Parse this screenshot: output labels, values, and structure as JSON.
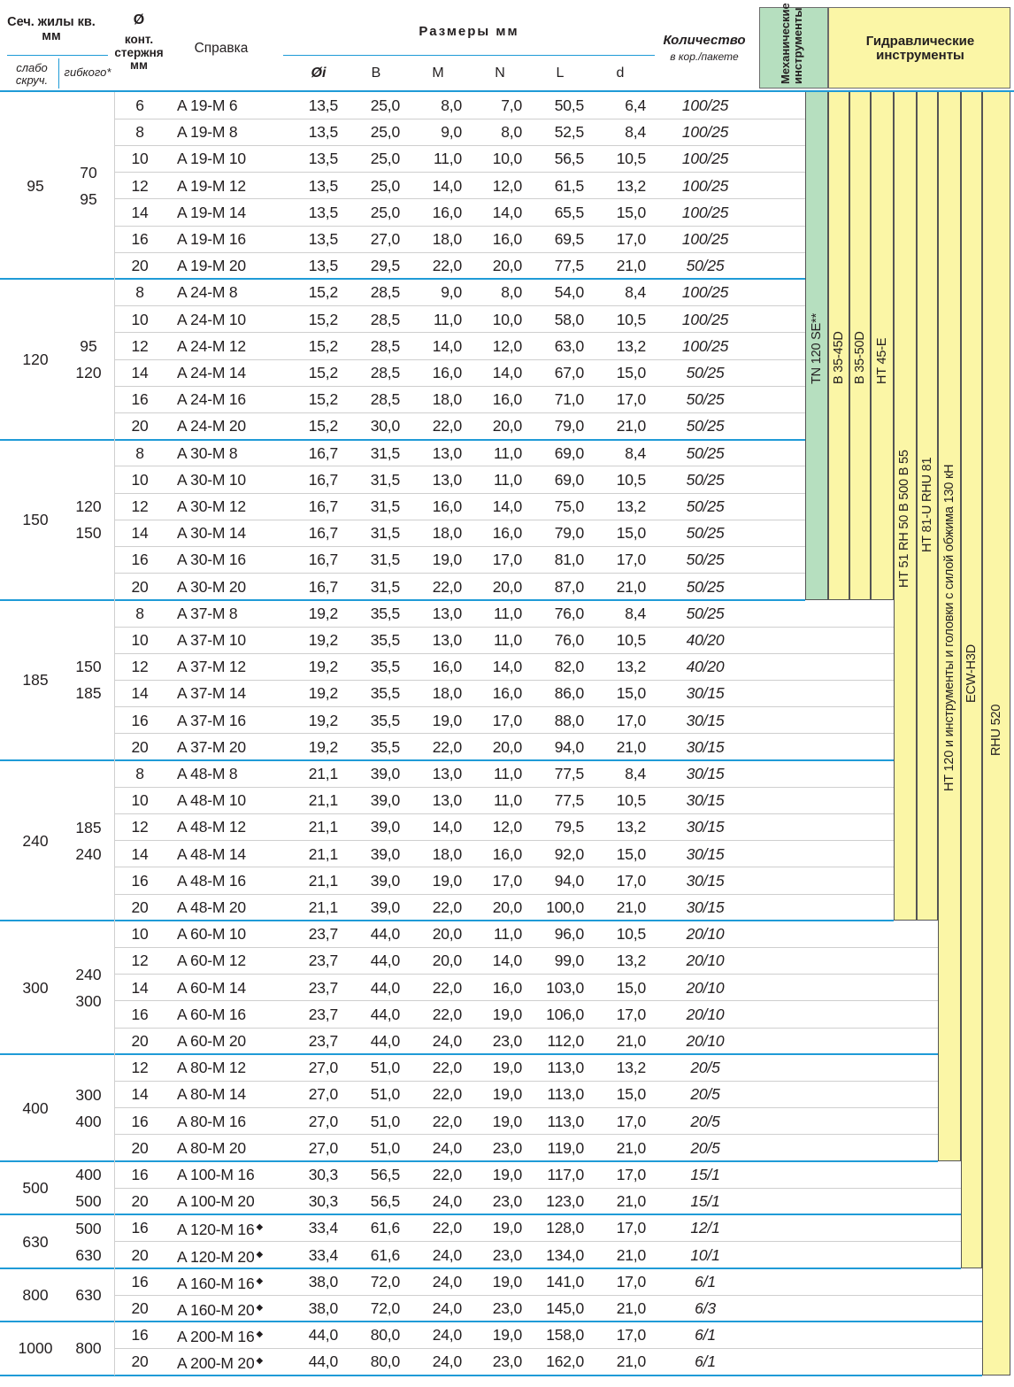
{
  "header": {
    "section_title": "Сеч. жилы кв. мм",
    "sub_weak": "слабо скруч.",
    "sub_flex": "гибкого*",
    "rod_symbol": "Ø",
    "rod_label": "конт. стержня мм",
    "ref_label": "Справка",
    "dims_label": "Размеры мм",
    "dim_cols": [
      "Øi",
      "B",
      "M",
      "N",
      "L",
      "d"
    ],
    "qty_label": "Количество",
    "qty_sub": "в кор./пакете",
    "mech_label": "Механические инструменты",
    "hydr_label": "Гидравлические инструменты"
  },
  "groups": [
    {
      "section": "95",
      "flex": [
        "70",
        "95"
      ],
      "rows": [
        {
          "rod": "6",
          "ref": "A 19-M 6",
          "di": "13,5",
          "b": "25,0",
          "m": "8,0",
          "n": "7,0",
          "l": "50,5",
          "d": "6,4",
          "qty": "100/25"
        },
        {
          "rod": "8",
          "ref": "A 19-M 8",
          "di": "13,5",
          "b": "25,0",
          "m": "9,0",
          "n": "8,0",
          "l": "52,5",
          "d": "8,4",
          "qty": "100/25"
        },
        {
          "rod": "10",
          "ref": "A 19-M 10",
          "di": "13,5",
          "b": "25,0",
          "m": "11,0",
          "n": "10,0",
          "l": "56,5",
          "d": "10,5",
          "qty": "100/25"
        },
        {
          "rod": "12",
          "ref": "A 19-M 12",
          "di": "13,5",
          "b": "25,0",
          "m": "14,0",
          "n": "12,0",
          "l": "61,5",
          "d": "13,2",
          "qty": "100/25"
        },
        {
          "rod": "14",
          "ref": "A 19-M 14",
          "di": "13,5",
          "b": "25,0",
          "m": "16,0",
          "n": "14,0",
          "l": "65,5",
          "d": "15,0",
          "qty": "100/25"
        },
        {
          "rod": "16",
          "ref": "A 19-M 16",
          "di": "13,5",
          "b": "27,0",
          "m": "18,0",
          "n": "16,0",
          "l": "69,5",
          "d": "17,0",
          "qty": "100/25"
        },
        {
          "rod": "20",
          "ref": "A 19-M 20",
          "di": "13,5",
          "b": "29,5",
          "m": "22,0",
          "n": "20,0",
          "l": "77,5",
          "d": "21,0",
          "qty": "50/25"
        }
      ]
    },
    {
      "section": "120",
      "flex": [
        "95",
        "120"
      ],
      "rows": [
        {
          "rod": "8",
          "ref": "A 24-M 8",
          "di": "15,2",
          "b": "28,5",
          "m": "9,0",
          "n": "8,0",
          "l": "54,0",
          "d": "8,4",
          "qty": "100/25"
        },
        {
          "rod": "10",
          "ref": "A 24-M 10",
          "di": "15,2",
          "b": "28,5",
          "m": "11,0",
          "n": "10,0",
          "l": "58,0",
          "d": "10,5",
          "qty": "100/25"
        },
        {
          "rod": "12",
          "ref": "A 24-M 12",
          "di": "15,2",
          "b": "28,5",
          "m": "14,0",
          "n": "12,0",
          "l": "63,0",
          "d": "13,2",
          "qty": "100/25"
        },
        {
          "rod": "14",
          "ref": "A 24-M 14",
          "di": "15,2",
          "b": "28,5",
          "m": "16,0",
          "n": "14,0",
          "l": "67,0",
          "d": "15,0",
          "qty": "50/25"
        },
        {
          "rod": "16",
          "ref": "A 24-M 16",
          "di": "15,2",
          "b": "28,5",
          "m": "18,0",
          "n": "16,0",
          "l": "71,0",
          "d": "17,0",
          "qty": "50/25"
        },
        {
          "rod": "20",
          "ref": "A 24-M 20",
          "di": "15,2",
          "b": "30,0",
          "m": "22,0",
          "n": "20,0",
          "l": "79,0",
          "d": "21,0",
          "qty": "50/25"
        }
      ]
    },
    {
      "section": "150",
      "flex": [
        "120",
        "150"
      ],
      "rows": [
        {
          "rod": "8",
          "ref": "A 30-M 8",
          "di": "16,7",
          "b": "31,5",
          "m": "13,0",
          "n": "11,0",
          "l": "69,0",
          "d": "8,4",
          "qty": "50/25"
        },
        {
          "rod": "10",
          "ref": "A 30-M 10",
          "di": "16,7",
          "b": "31,5",
          "m": "13,0",
          "n": "11,0",
          "l": "69,0",
          "d": "10,5",
          "qty": "50/25"
        },
        {
          "rod": "12",
          "ref": "A 30-M 12",
          "di": "16,7",
          "b": "31,5",
          "m": "16,0",
          "n": "14,0",
          "l": "75,0",
          "d": "13,2",
          "qty": "50/25"
        },
        {
          "rod": "14",
          "ref": "A 30-M 14",
          "di": "16,7",
          "b": "31,5",
          "m": "18,0",
          "n": "16,0",
          "l": "79,0",
          "d": "15,0",
          "qty": "50/25"
        },
        {
          "rod": "16",
          "ref": "A 30-M 16",
          "di": "16,7",
          "b": "31,5",
          "m": "19,0",
          "n": "17,0",
          "l": "81,0",
          "d": "17,0",
          "qty": "50/25"
        },
        {
          "rod": "20",
          "ref": "A 30-M 20",
          "di": "16,7",
          "b": "31,5",
          "m": "22,0",
          "n": "20,0",
          "l": "87,0",
          "d": "21,0",
          "qty": "50/25"
        }
      ]
    },
    {
      "section": "185",
      "flex": [
        "150",
        "185"
      ],
      "rows": [
        {
          "rod": "8",
          "ref": "A 37-M 8",
          "di": "19,2",
          "b": "35,5",
          "m": "13,0",
          "n": "11,0",
          "l": "76,0",
          "d": "8,4",
          "qty": "50/25"
        },
        {
          "rod": "10",
          "ref": "A 37-M 10",
          "di": "19,2",
          "b": "35,5",
          "m": "13,0",
          "n": "11,0",
          "l": "76,0",
          "d": "10,5",
          "qty": "40/20"
        },
        {
          "rod": "12",
          "ref": "A 37-M 12",
          "di": "19,2",
          "b": "35,5",
          "m": "16,0",
          "n": "14,0",
          "l": "82,0",
          "d": "13,2",
          "qty": "40/20"
        },
        {
          "rod": "14",
          "ref": "A 37-M 14",
          "di": "19,2",
          "b": "35,5",
          "m": "18,0",
          "n": "16,0",
          "l": "86,0",
          "d": "15,0",
          "qty": "30/15"
        },
        {
          "rod": "16",
          "ref": "A 37-M 16",
          "di": "19,2",
          "b": "35,5",
          "m": "19,0",
          "n": "17,0",
          "l": "88,0",
          "d": "17,0",
          "qty": "30/15"
        },
        {
          "rod": "20",
          "ref": "A 37-M 20",
          "di": "19,2",
          "b": "35,5",
          "m": "22,0",
          "n": "20,0",
          "l": "94,0",
          "d": "21,0",
          "qty": "30/15"
        }
      ]
    },
    {
      "section": "240",
      "flex": [
        "185",
        "240"
      ],
      "rows": [
        {
          "rod": "8",
          "ref": "A 48-M 8",
          "di": "21,1",
          "b": "39,0",
          "m": "13,0",
          "n": "11,0",
          "l": "77,5",
          "d": "8,4",
          "qty": "30/15"
        },
        {
          "rod": "10",
          "ref": "A 48-M 10",
          "di": "21,1",
          "b": "39,0",
          "m": "13,0",
          "n": "11,0",
          "l": "77,5",
          "d": "10,5",
          "qty": "30/15"
        },
        {
          "rod": "12",
          "ref": "A 48-M 12",
          "di": "21,1",
          "b": "39,0",
          "m": "14,0",
          "n": "12,0",
          "l": "79,5",
          "d": "13,2",
          "qty": "30/15"
        },
        {
          "rod": "14",
          "ref": "A 48-M 14",
          "di": "21,1",
          "b": "39,0",
          "m": "18,0",
          "n": "16,0",
          "l": "92,0",
          "d": "15,0",
          "qty": "30/15"
        },
        {
          "rod": "16",
          "ref": "A 48-M 16",
          "di": "21,1",
          "b": "39,0",
          "m": "19,0",
          "n": "17,0",
          "l": "94,0",
          "d": "17,0",
          "qty": "30/15"
        },
        {
          "rod": "20",
          "ref": "A 48-M 20",
          "di": "21,1",
          "b": "39,0",
          "m": "22,0",
          "n": "20,0",
          "l": "100,0",
          "d": "21,0",
          "qty": "30/15"
        }
      ]
    },
    {
      "section": "300",
      "flex": [
        "240",
        "300"
      ],
      "rows": [
        {
          "rod": "10",
          "ref": "A 60-M 10",
          "di": "23,7",
          "b": "44,0",
          "m": "20,0",
          "n": "11,0",
          "l": "96,0",
          "d": "10,5",
          "qty": "20/10"
        },
        {
          "rod": "12",
          "ref": "A 60-M 12",
          "di": "23,7",
          "b": "44,0",
          "m": "20,0",
          "n": "14,0",
          "l": "99,0",
          "d": "13,2",
          "qty": "20/10"
        },
        {
          "rod": "14",
          "ref": "A 60-M 14",
          "di": "23,7",
          "b": "44,0",
          "m": "22,0",
          "n": "16,0",
          "l": "103,0",
          "d": "15,0",
          "qty": "20/10"
        },
        {
          "rod": "16",
          "ref": "A 60-M 16",
          "di": "23,7",
          "b": "44,0",
          "m": "22,0",
          "n": "19,0",
          "l": "106,0",
          "d": "17,0",
          "qty": "20/10"
        },
        {
          "rod": "20",
          "ref": "A 60-M 20",
          "di": "23,7",
          "b": "44,0",
          "m": "24,0",
          "n": "23,0",
          "l": "112,0",
          "d": "21,0",
          "qty": "20/10"
        }
      ]
    },
    {
      "section": "400",
      "flex": [
        "300",
        "400"
      ],
      "rows": [
        {
          "rod": "12",
          "ref": "A 80-M 12",
          "di": "27,0",
          "b": "51,0",
          "m": "22,0",
          "n": "19,0",
          "l": "113,0",
          "d": "13,2",
          "qty": "20/5"
        },
        {
          "rod": "14",
          "ref": "A 80-M 14",
          "di": "27,0",
          "b": "51,0",
          "m": "22,0",
          "n": "19,0",
          "l": "113,0",
          "d": "15,0",
          "qty": "20/5"
        },
        {
          "rod": "16",
          "ref": "A 80-M 16",
          "di": "27,0",
          "b": "51,0",
          "m": "22,0",
          "n": "19,0",
          "l": "113,0",
          "d": "17,0",
          "qty": "20/5"
        },
        {
          "rod": "20",
          "ref": "A 80-M 20",
          "di": "27,0",
          "b": "51,0",
          "m": "24,0",
          "n": "23,0",
          "l": "119,0",
          "d": "21,0",
          "qty": "20/5"
        }
      ]
    },
    {
      "section": "500",
      "flex": [
        "400",
        "500"
      ],
      "rows": [
        {
          "rod": "16",
          "ref": "A 100-M 16",
          "di": "30,3",
          "b": "56,5",
          "m": "22,0",
          "n": "19,0",
          "l": "117,0",
          "d": "17,0",
          "qty": "15/1"
        },
        {
          "rod": "20",
          "ref": "A 100-M 20",
          "di": "30,3",
          "b": "56,5",
          "m": "24,0",
          "n": "23,0",
          "l": "123,0",
          "d": "21,0",
          "qty": "15/1"
        }
      ]
    },
    {
      "section": "630",
      "flex": [
        "500",
        "630"
      ],
      "rows": [
        {
          "rod": "16",
          "ref": "A 120-M 16",
          "mark": "◆",
          "di": "33,4",
          "b": "61,6",
          "m": "22,0",
          "n": "19,0",
          "l": "128,0",
          "d": "17,0",
          "qty": "12/1"
        },
        {
          "rod": "20",
          "ref": "A 120-M 20",
          "mark": "◆",
          "di": "33,4",
          "b": "61,6",
          "m": "24,0",
          "n": "23,0",
          "l": "134,0",
          "d": "21,0",
          "qty": "10/1"
        }
      ]
    },
    {
      "section": "800",
      "flex": [
        "630"
      ],
      "rows": [
        {
          "rod": "16",
          "ref": "A 160-M 16",
          "mark": "◆",
          "di": "38,0",
          "b": "72,0",
          "m": "24,0",
          "n": "19,0",
          "l": "141,0",
          "d": "17,0",
          "qty": "6/1"
        },
        {
          "rod": "20",
          "ref": "A 160-M 20",
          "mark": "◆",
          "di": "38,0",
          "b": "72,0",
          "m": "24,0",
          "n": "23,0",
          "l": "145,0",
          "d": "21,0",
          "qty": "6/3"
        }
      ]
    },
    {
      "section": "1000",
      "flex": [
        "800"
      ],
      "rows": [
        {
          "rod": "16",
          "ref": "A 200-M 16",
          "mark": "◆",
          "di": "44,0",
          "b": "80,0",
          "m": "24,0",
          "n": "19,0",
          "l": "158,0",
          "d": "17,0",
          "qty": "6/1"
        },
        {
          "rod": "20",
          "ref": "A 200-M 20",
          "mark": "◆",
          "di": "44,0",
          "b": "80,0",
          "m": "24,0",
          "n": "23,0",
          "l": "162,0",
          "d": "21,0",
          "qty": "6/1"
        }
      ]
    }
  ],
  "tools": [
    {
      "label": "TN 120 SE**",
      "color": "#b6dfbf",
      "first_row": 0,
      "last_row": 18
    },
    {
      "label": "B 35-45D",
      "color": "#fbf6a6",
      "first_row": 0,
      "last_row": 18
    },
    {
      "label": "B 35-50D",
      "color": "#fbf6a6",
      "first_row": 0,
      "last_row": 18
    },
    {
      "label": "HT 45-E",
      "color": "#fbf6a6",
      "first_row": 0,
      "last_row": 18
    },
    {
      "label": "HT 51   RH 50   B 500   B 55",
      "color": "#fbf6a6",
      "first_row": 0,
      "last_row": 30
    },
    {
      "label": "HT 81-U   RHU 81",
      "color": "#fbf6a6",
      "first_row": 0,
      "last_row": 30
    },
    {
      "label": "HT 120 и инструменты и головки с силой обжима 130 кН",
      "color": "#fbf6a6",
      "first_row": 0,
      "last_row": 39
    },
    {
      "label": "ECW-H3D",
      "color": "#fbf6a6",
      "first_row": 0,
      "last_row": 43
    },
    {
      "label": "RHU 520",
      "color": "#fbf6a6",
      "first_row": 0,
      "last_row": 47
    }
  ]
}
